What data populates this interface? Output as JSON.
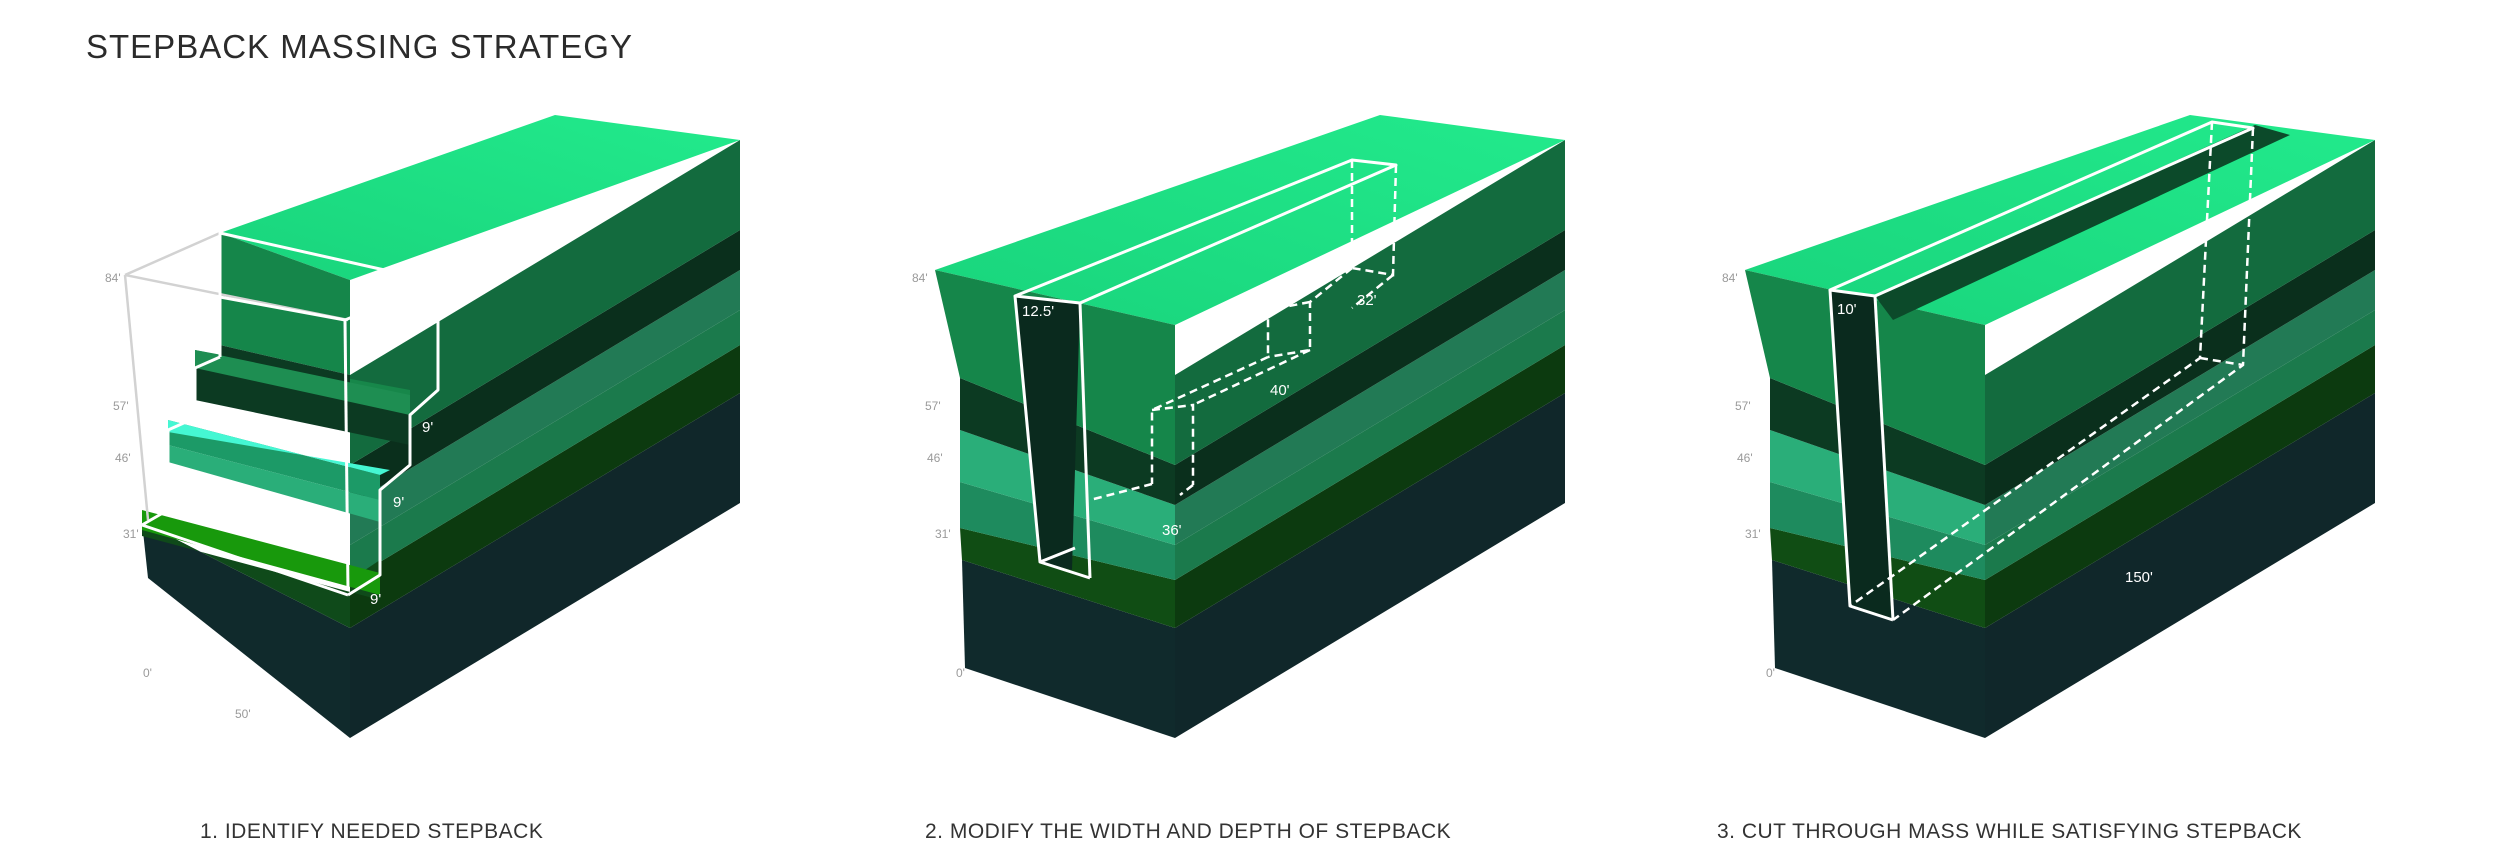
{
  "title": "STEPBACK MASSING STRATEGY",
  "colors": {
    "roof": "#1de587",
    "band_green": "#17874a",
    "band_dark": "#0b3a22",
    "band_light": "#2bb579",
    "band_lime": "#1a8f0e",
    "base": "#10272a",
    "stepback_highlight": "#45f7d3",
    "outline": "#ffffff"
  },
  "panels": [
    {
      "caption": "1. IDENTIFY NEEDED STEPBACK",
      "height_ticks": [
        "84'",
        "57'",
        "46'",
        "31'",
        "0'"
      ],
      "width_label": "50'",
      "dimensions": [
        "9'",
        "9'",
        "9'"
      ]
    },
    {
      "caption": "2. MODIFY THE WIDTH AND DEPTH OF STEPBACK",
      "height_ticks": [
        "84'",
        "57'",
        "46'",
        "31'",
        "0'"
      ],
      "dimensions": [
        "12.5'",
        "32'",
        "40'",
        "36'"
      ]
    },
    {
      "caption": "3. CUT THROUGH MASS WHILE SATISFYING STEPBACK",
      "height_ticks": [
        "84'",
        "57'",
        "46'",
        "31'",
        "0'"
      ],
      "dimensions": [
        "10'",
        "150'"
      ]
    }
  ]
}
